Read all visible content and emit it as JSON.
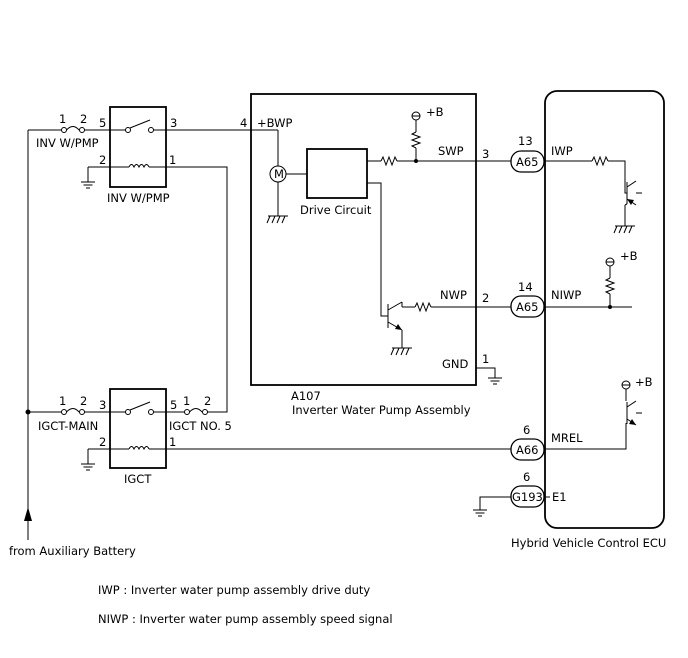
{
  "relay_inv": {
    "label": "INV W/PMP",
    "pin3": "3",
    "pin5": "5",
    "pin2": "2",
    "pin1": "1"
  },
  "relay_igct": {
    "label": "IGCT",
    "pin3": "3",
    "pin5": "5",
    "pin2": "2",
    "pin1": "1"
  },
  "fuse_inv": {
    "label": "INV W/PMP",
    "pin1": "1",
    "pin2": "2"
  },
  "fuse_igct_main": {
    "label": "IGCT-MAIN",
    "pin1": "1",
    "pin2": "2"
  },
  "fuse_igct_no5": {
    "label": "IGCT NO. 5",
    "pin1": "1",
    "pin2": "2"
  },
  "pump": {
    "id": "A107",
    "name": "Inverter Water Pump Assembly",
    "pin4": "4",
    "bwp": "+BWP",
    "motor": "M",
    "drive_circuit": "Drive Circuit",
    "plus_b": "+B",
    "swp": "SWP",
    "pin3": "3",
    "nwp": "NWP",
    "pin2": "2",
    "gnd": "GND",
    "pin1": "1"
  },
  "connectors": [
    {
      "name": "A65",
      "pin": "13"
    },
    {
      "name": "A65",
      "pin": "14"
    },
    {
      "name": "A66",
      "pin": "6"
    },
    {
      "name": "G193",
      "pin": "6"
    }
  ],
  "ecu": {
    "name": "Hybrid Vehicle Control ECU",
    "iwp": "IWP",
    "niwp": "NIWP",
    "mrel": "MREL",
    "e1": "E1",
    "plus_b1": "+B",
    "plus_b2": "+B"
  },
  "source_label": "from Auxiliary Battery",
  "notes": [
    "IWP : Inverter water pump assembly drive duty",
    "NIWP : Inverter water pump assembly speed signal"
  ]
}
